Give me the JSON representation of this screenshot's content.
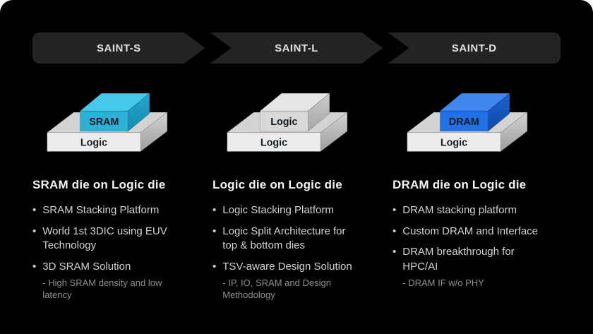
{
  "ui": {
    "bullet_char": "•"
  },
  "process_bar": {
    "stages": [
      {
        "label": "SAINT-S"
      },
      {
        "label": "SAINT-L"
      },
      {
        "label": "SAINT-D"
      }
    ]
  },
  "colors": {
    "slide_bg": "#000000",
    "bar_bg": "#232323",
    "bar_text": "#e0e0e0",
    "sram_front": "#2cb0d6",
    "sram_top": "#45c9ea",
    "sram_side_from": "#24a5cd",
    "sram_side_to": "#148cb3",
    "dram_front": "#2171e6",
    "dram_top": "#3f86ee",
    "dram_side_from": "#1c62d2",
    "dram_side_to": "#0f4aa6",
    "gray_front": "#ececec",
    "gray_top": "#d3d3d3",
    "gray_side_from": "#d4d4d4",
    "gray_side_to": "#9c9c9c",
    "gray2_front": "#d8d8d8",
    "gray2_top": "#e6e6e6",
    "gray2_side_from": "#cbcbcb",
    "gray2_side_to": "#a6a6a6"
  },
  "columns": [
    {
      "heading": "SRAM die on Logic die",
      "diagram": {
        "top_label": "SRAM",
        "bottom_label": "Logic"
      },
      "bullets": [
        {
          "text": "SRAM Stacking Platform"
        },
        {
          "text": "World 1st 3DIC using EUV Technology"
        },
        {
          "text": "3D SRAM Solution",
          "sub": "- High SRAM density and low latency"
        }
      ]
    },
    {
      "heading": "Logic die on Logic die",
      "diagram": {
        "top_label": "Logic",
        "bottom_label": "Logic"
      },
      "bullets": [
        {
          "text": "Logic Stacking Platform"
        },
        {
          "text": "Logic Split Architecture for top & bottom dies"
        },
        {
          "text": "TSV-aware Design Solution",
          "sub": "- IP, IO, SRAM and Design Methodology"
        }
      ]
    },
    {
      "heading": "DRAM die on Logic die",
      "diagram": {
        "top_label": "DRAM",
        "bottom_label": "Logic"
      },
      "bullets": [
        {
          "text": "DRAM stacking platform"
        },
        {
          "text": "Custom DRAM and Interface"
        },
        {
          "text": "DRAM breakthrough for HPC/AI",
          "sub": "- DRAM IF w/o PHY"
        }
      ]
    }
  ]
}
